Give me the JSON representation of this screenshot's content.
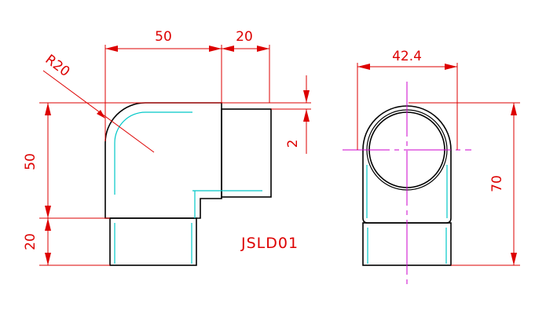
{
  "part_label": "JSLD01",
  "dimensions": {
    "top_width": "50",
    "top_stub": "20",
    "radius": "R20",
    "left_height": "50",
    "left_bottom": "20",
    "wall_gap": "2",
    "diameter": "42.4",
    "height": "70"
  },
  "colors": {
    "outline": "#000000",
    "dimension": "#dd0000",
    "hidden_line": "#00c8c8",
    "center_line": "#cc00cc",
    "background": "#ffffff"
  }
}
